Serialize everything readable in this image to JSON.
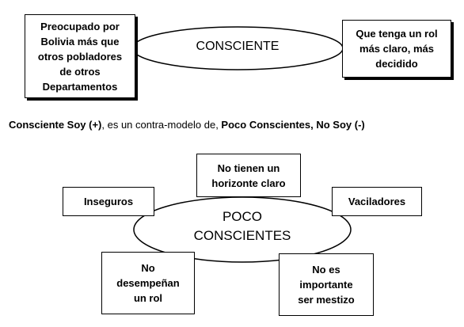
{
  "top_diagram": {
    "center": "CONSCIENTE",
    "left_box": "Preocupado por\nBolivia más que\notros pobladores\nde otros\nDepartamentos",
    "right_box": "Que tenga un rol\nmás claro, más\ndecidido"
  },
  "caption": {
    "part1": "Consciente Soy (+)",
    "part2": ", es un contra-modelo de, ",
    "part3": "Poco Conscientes, No Soy (-)"
  },
  "bottom_diagram": {
    "center": "POCO\nCONSCIENTES",
    "top_box": "No tienen un\nhorizonte claro",
    "left_box": "Inseguros",
    "right_box": "Vaciladores",
    "bottom_left_box": "No\ndesempeñan\nun rol",
    "bottom_right_box": "No es\nimportante\nser mestizo"
  }
}
